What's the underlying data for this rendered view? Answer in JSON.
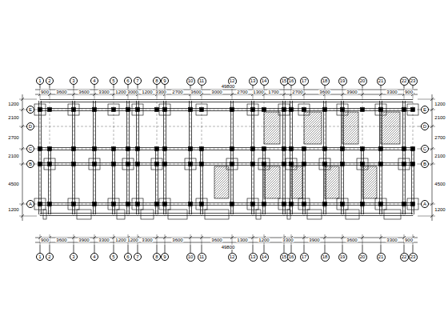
{
  "diagram": {
    "nodes": [
      {
        "text": [
          "1"
        ]
      },
      {
        "text": [
          "2"
        ]
      },
      {
        "text": [
          "3"
        ]
      },
      {
        "text": [
          "4"
        ]
      },
      {
        "text": [
          "5"
        ]
      },
      {
        "text": [
          "6"
        ]
      },
      {
        "text": [
          "7"
        ]
      },
      {
        "text": [
          "8"
        ]
      },
      {
        "text": [
          "9"
        ]
      },
      {
        "text": [
          "10"
        ]
      },
      {
        "text": [
          "11"
        ]
      },
      {
        "text": [
          "12"
        ]
      },
      {
        "text": [
          "13"
        ]
      },
      {
        "text": [
          "14"
        ]
      },
      {
        "text": [
          "15"
        ]
      },
      {
        "text": [
          "16"
        ]
      },
      {
        "text": [
          "17"
        ]
      },
      {
        "text": [
          "18"
        ]
      },
      {
        "text": [
          "19"
        ]
      },
      {
        "text": [
          "20"
        ]
      },
      {
        "text": [
          "21"
        ]
      },
      {
        "text": [
          "22"
        ]
      },
      {
        "text": [
          "23"
        ]
      },
      {
        "text": [
          "1"
        ]
      },
      {
        "text": [
          "2"
        ]
      },
      {
        "text": [
          "3"
        ]
      },
      {
        "text": [
          "4"
        ]
      },
      {
        "text": [
          "5"
        ]
      },
      {
        "text": [
          "6"
        ]
      },
      {
        "text": [
          "7"
        ]
      },
      {
        "text": [
          "8"
        ]
      },
      {
        "text": [
          "9"
        ]
      },
      {
        "text": [
          "10"
        ]
      },
      {
        "text": [
          "11"
        ]
      },
      {
        "text": [
          "12"
        ]
      },
      {
        "text": [
          "13"
        ]
      },
      {
        "text": [
          "14"
        ]
      },
      {
        "text": [
          "15"
        ]
      },
      {
        "text": [
          "16"
        ]
      },
      {
        "text": [
          "17"
        ]
      },
      {
        "text": [
          "18"
        ]
      },
      {
        "text": [
          "19"
        ]
      },
      {
        "text": [
          "20"
        ]
      },
      {
        "text": [
          "21"
        ]
      },
      {
        "text": [
          "22"
        ]
      },
      {
        "text": [
          "23"
        ]
      },
      {
        "text": [
          "E"
        ]
      },
      {
        "text": [
          "D"
        ]
      },
      {
        "text": [
          "C"
        ]
      },
      {
        "text": [
          "B"
        ]
      },
      {
        "text": [
          "A"
        ]
      },
      {
        "text": [
          "E"
        ]
      },
      {
        "text": [
          "D"
        ]
      },
      {
        "text": [
          "C"
        ]
      },
      {
        "text": [
          "B"
        ]
      },
      {
        "text": [
          "A"
        ]
      }
    ],
    "labels": [
      "900",
      "3600",
      "3600",
      "3300",
      "1200",
      "3000",
      "1200",
      "3300",
      "2700",
      "3600",
      "3000",
      "2700",
      "1300",
      "1700",
      "2700",
      "3600",
      "3900",
      "3300",
      "900",
      "49800",
      "900",
      "3600",
      "3900",
      "3300",
      "1200",
      "1200",
      "3300",
      "3600",
      "3600",
      "1300",
      "1200",
      "3300",
      "3900",
      "3600",
      "3300",
      "900",
      "49800",
      "1200",
      "2100",
      "2700",
      "2100",
      "4500",
      "1200",
      "1200",
      "2100",
      "2700",
      "2100",
      "4500",
      "1200"
    ]
  }
}
